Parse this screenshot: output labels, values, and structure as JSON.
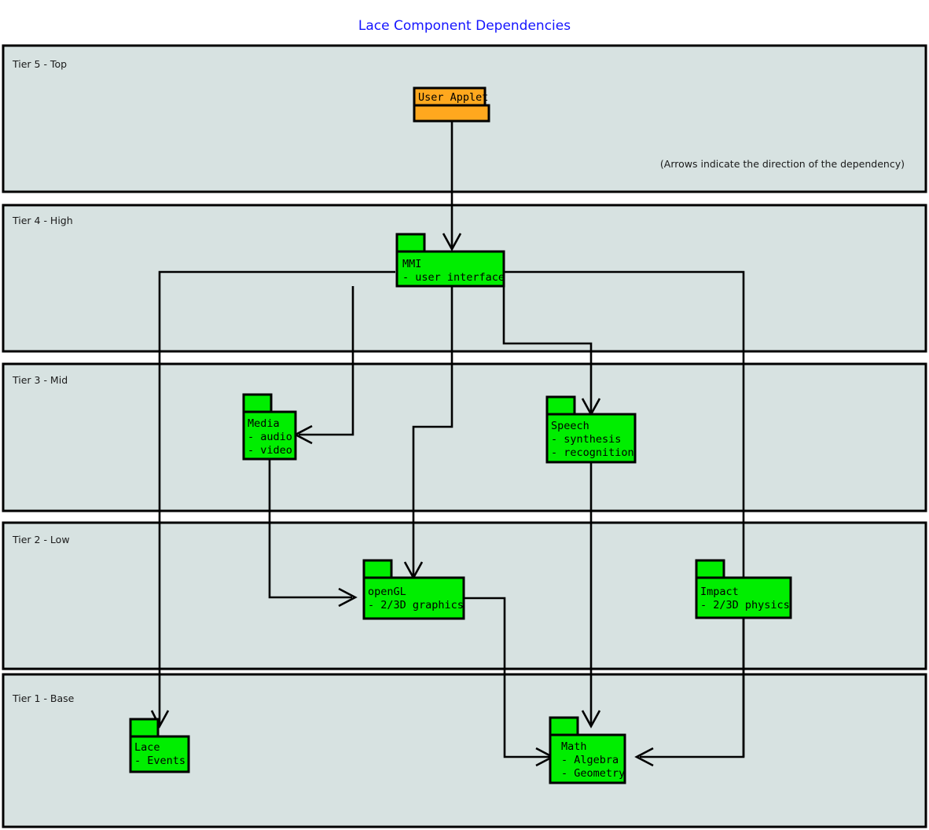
{
  "title": "Lace Component Dependencies",
  "note": "(Arrows indicate the direction of the dependency)",
  "colors": {
    "title": "#1414ff",
    "tier_fill": "#d7e2e1",
    "tier_stroke": "#000000",
    "package_green": "#00ee00",
    "package_orange": "#ffa81e",
    "line": "#000000",
    "background": "#ffffff"
  },
  "tiers": [
    {
      "id": "tier5",
      "label": "Tier 5 - Top"
    },
    {
      "id": "tier4",
      "label": "Tier 4 - High"
    },
    {
      "id": "tier3",
      "label": "Tier 3 - Mid"
    },
    {
      "id": "tier2",
      "label": "Tier 2 - Low"
    },
    {
      "id": "tier1",
      "label": "Tier 1 - Base"
    }
  ],
  "packages": [
    {
      "id": "user-applet",
      "tier": "Tier 5 - Top",
      "name": "User Applet",
      "details": [],
      "color": "#ffa81e",
      "name_in_tab": true
    },
    {
      "id": "mmi",
      "tier": "Tier 4 - High",
      "name": "MMI",
      "details": [
        "- user interface"
      ],
      "color": "#00ee00",
      "name_in_tab": false
    },
    {
      "id": "media",
      "tier": "Tier 3 - Mid",
      "name": "Media",
      "details": [
        "- audio",
        "- video"
      ],
      "color": "#00ee00",
      "name_in_tab": false
    },
    {
      "id": "speech",
      "tier": "Tier 3 - Mid",
      "name": "Speech",
      "details": [
        "- synthesis",
        "- recognition"
      ],
      "color": "#00ee00",
      "name_in_tab": false
    },
    {
      "id": "opengl",
      "tier": "Tier 2 - Low",
      "name": "openGL",
      "details": [
        "- 2/3D graphics"
      ],
      "color": "#00ee00",
      "name_in_tab": false
    },
    {
      "id": "impact",
      "tier": "Tier 2 - Low",
      "name": "Impact",
      "details": [
        "- 2/3D physics"
      ],
      "color": "#00ee00",
      "name_in_tab": false
    },
    {
      "id": "lace",
      "tier": "Tier 1 - Base",
      "name": "Lace",
      "details": [
        "- Events"
      ],
      "color": "#00ee00",
      "name_in_tab": false
    },
    {
      "id": "math",
      "tier": "Tier 1 - Base",
      "name": "Math",
      "details": [
        "- Algebra",
        "- Geometry"
      ],
      "color": "#00ee00",
      "name_in_tab": false
    }
  ],
  "dependencies": [
    {
      "from": "User Applet",
      "to": "MMI",
      "arrow": "top"
    },
    {
      "from": "MMI",
      "to": "Lace",
      "arrow": "top"
    },
    {
      "from": "MMI",
      "to": "Media",
      "arrow": "right"
    },
    {
      "from": "MMI",
      "to": "openGL",
      "arrow": "top"
    },
    {
      "from": "MMI",
      "to": "Speech",
      "arrow": "top"
    },
    {
      "from": "MMI",
      "to": "Math",
      "arrow": "right"
    },
    {
      "from": "Media",
      "to": "openGL",
      "arrow": "left"
    },
    {
      "from": "Speech",
      "to": "Math",
      "arrow": "top"
    },
    {
      "from": "openGL",
      "to": "Math",
      "arrow": "left"
    },
    {
      "from": "Impact",
      "to": "Math",
      "arrow": "right"
    }
  ],
  "labels": {
    "user_applet_name": "User Applet",
    "mmi_name": "MMI",
    "mmi_d1": "- user interface",
    "media_name": "Media",
    "media_d1": "- audio",
    "media_d2": "- video",
    "speech_name": "Speech",
    "speech_d1": "- synthesis",
    "speech_d2": "- recognition",
    "opengl_name": "openGL",
    "opengl_d1": "- 2/3D graphics",
    "impact_name": "Impact",
    "impact_d1": "- 2/3D physics",
    "lace_name": "Lace",
    "lace_d1": "- Events",
    "math_name": "Math",
    "math_d1": "- Algebra",
    "math_d2": "- Geometry"
  }
}
